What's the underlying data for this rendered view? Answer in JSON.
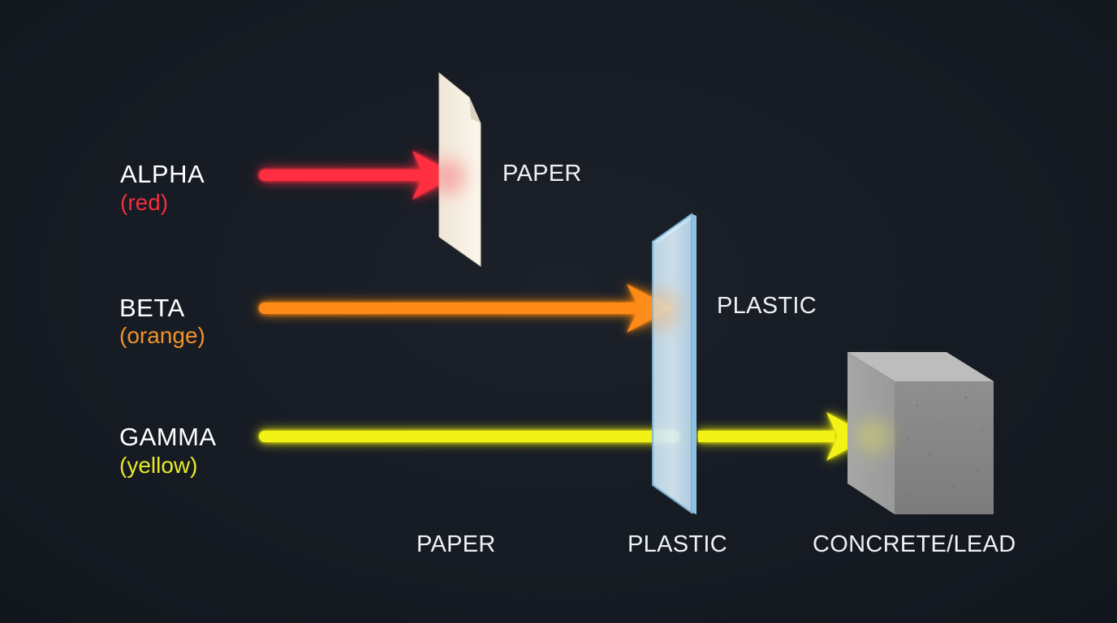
{
  "rays": {
    "alpha": {
      "name": "ALPHA",
      "color_word": "(red)",
      "color": "#ff3040"
    },
    "beta": {
      "name": "BETA",
      "color_word": "(orange)",
      "color": "#ff8a12"
    },
    "gamma": {
      "name": "GAMMA",
      "color_word": "(yellow)",
      "color": "#f2f212"
    }
  },
  "shields": {
    "paper_side_label": "PAPER",
    "plastic_side_label": "PLASTIC"
  },
  "bottom_labels": {
    "paper": "PAPER",
    "plastic": "PLASTIC",
    "concrete_lead": "CONCRETE/LEAD"
  },
  "colors": {
    "background": "#161b23",
    "paper": "#f6efe2",
    "plastic": "#cfe6f4",
    "concrete": "#8e8e8e"
  }
}
